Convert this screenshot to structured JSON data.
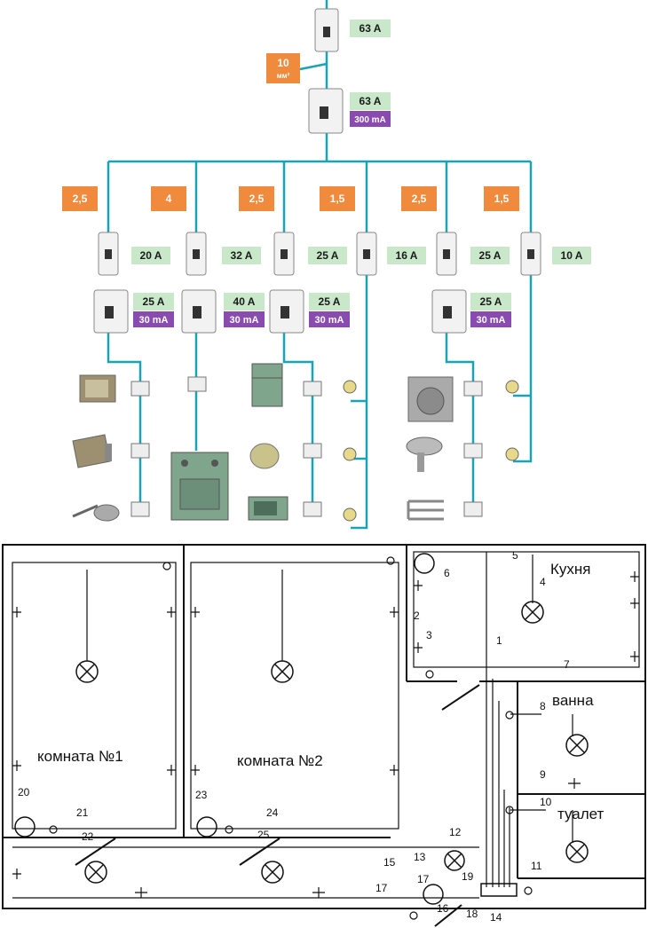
{
  "colors": {
    "wire": "#1aa3b5",
    "cross_section_badge": "#f08a3c",
    "breaker_badge": "#c9e8c9",
    "rcd_badge": "#8a4bb0",
    "plan_line": "#111111"
  },
  "top_scheme": {
    "main_breaker": "63 A",
    "main_cable": "10",
    "main_cable_unit": "мм²",
    "main_rcd_current": "63 A",
    "main_rcd_leak": "300 mA",
    "branches": [
      {
        "cable": "2,5",
        "breaker": "20 A",
        "rcd_current": "25 A",
        "rcd_leak": "30 mA",
        "loads": [
          "tv-icon",
          "socket-icon",
          "monitor-icon",
          "socket-icon",
          "vacuum-cleaner-icon",
          "socket-icon"
        ]
      },
      {
        "cable": "4",
        "breaker": "32 A",
        "rcd_current": "40 A",
        "rcd_leak": "30 mA",
        "loads": [
          "socket-icon",
          "electric-stove-icon"
        ]
      },
      {
        "cable": "2,5",
        "breaker": "25 A",
        "rcd_current": "25 A",
        "rcd_leak": "30 mA",
        "loads": [
          "refrigerator-icon",
          "socket-icon",
          "kettle-icon",
          "socket-icon",
          "microwave-icon",
          "socket-icon"
        ]
      },
      {
        "cable": "1,5",
        "breaker": "16 A",
        "loads": [
          "lamp-icon",
          "lamp-icon",
          "lamp-icon"
        ]
      },
      {
        "cable": "2,5",
        "breaker": "25 A",
        "rcd_current": "25 A",
        "rcd_leak": "30 mA",
        "loads": [
          "washing-machine-icon",
          "socket-icon",
          "hair-dryer-icon",
          "socket-icon",
          "towel-warmer-icon",
          "socket-icon"
        ]
      },
      {
        "cable": "1,5",
        "breaker": "10 A",
        "loads": [
          "lamp-icon",
          "lamp-icon"
        ]
      }
    ]
  },
  "floor_plan": {
    "rooms": {
      "kitchen": "Кухня",
      "bath": "ванна",
      "toilet": "туалет",
      "room1": "комната №1",
      "room2": "комната №2"
    },
    "line_numbers": [
      "1",
      "2",
      "3",
      "4",
      "5",
      "6",
      "7",
      "8",
      "9",
      "10",
      "11",
      "12",
      "13",
      "14",
      "15",
      "16",
      "17",
      "17",
      "18",
      "19",
      "20",
      "21",
      "22",
      "23",
      "24",
      "25"
    ]
  }
}
